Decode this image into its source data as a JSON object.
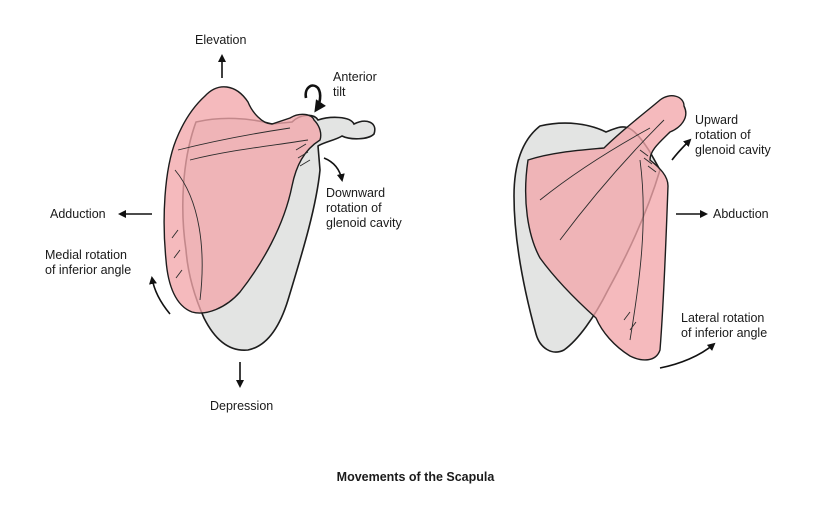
{
  "labels": {
    "elevation": "Elevation",
    "anterior_tilt": [
      "Anterior",
      "tilt"
    ],
    "downward_rotation": [
      "Downward",
      "rotation of",
      "glenoid cavity"
    ],
    "adduction": "Adduction",
    "medial_rotation": [
      "Medial rotation",
      "of inferior angle"
    ],
    "depression": "Depression",
    "upward_rotation": [
      "Upward",
      "rotation of",
      "glenoid cavity"
    ],
    "abduction": "Abduction",
    "lateral_rotation": [
      "Lateral rotation",
      "of inferior angle"
    ]
  },
  "caption": "Movements of the Scapula",
  "colors": {
    "bone_gray": "#e3e4e3",
    "bone_pink": "#f2a7ab",
    "outline": "#1d1d1d"
  }
}
